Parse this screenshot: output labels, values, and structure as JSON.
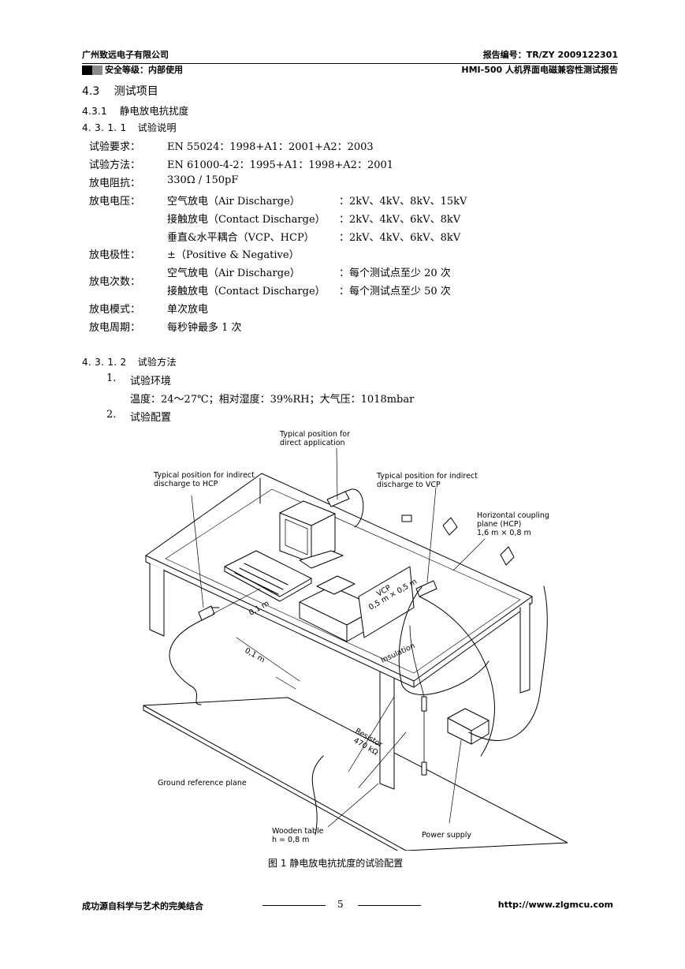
{
  "header": {
    "company": "广州致远电子有限公司",
    "report_no": "报告编号：TR/ZY 2009122301",
    "security": "安全等级：内部使用",
    "report_title": "HMI-500 人机界面电磁兼容性测试报告"
  },
  "section": {
    "number": "4.3",
    "title": "测试项目"
  },
  "subsection": {
    "number": "4.3.1",
    "title": "静电放电抗扰度"
  },
  "subsub1": {
    "number": "4. 3. 1. 1",
    "title": "试验说明"
  },
  "specs": {
    "req_label": "试验要求：",
    "req_value": "EN 55024：1998+A1：2001+A2：2003",
    "method_label": "试验方法：",
    "method_value": "EN 61000-4-2：1995+A1：1998+A2：2001",
    "imp_label": "放电阻抗：",
    "imp_value": "330Ω  / 150pF",
    "volt_label": "放电电压：",
    "volt_rows": [
      {
        "name": "空气放电（Air Discharge）",
        "value": "：2kV、4kV、8kV、15kV"
      },
      {
        "name": "接触放电（Contact Discharge）",
        "value": "：2kV、4kV、6kV、8kV"
      },
      {
        "name": "垂直&水平耦合（VCP、HCP）",
        "value": "：2kV、4kV、6kV、8kV"
      }
    ],
    "pol_label": "放电极性：",
    "pol_value": "±（Positive & Negative）",
    "count_label": "放电次数：",
    "count_rows": [
      {
        "name": "空气放电（Air Discharge）",
        "value": "：每个测试点至少 20 次"
      },
      {
        "name": "接触放电（Contact Discharge）",
        "value": "：每个测试点至少 50 次"
      }
    ],
    "mode_label": "放电模式：",
    "mode_value": "单次放电",
    "period_label": "放电周期：",
    "period_value": "每秒钟最多 1 次"
  },
  "subsub2": {
    "number": "4. 3. 1. 2",
    "title": "试验方法"
  },
  "method_items": [
    {
      "num": "1.",
      "title": "试验环境",
      "detail": "温度：24～27℃；相对湿度：39%RH；大气压：1018mbar"
    },
    {
      "num": "2.",
      "title": "试验配置",
      "detail": ""
    }
  ],
  "figure": {
    "labels": {
      "direct1": "Typical position for",
      "direct2": "direct application",
      "hcp1": "Typical position for indirect",
      "hcp2": "discharge to HCP",
      "vcp1": "Typical position for indirect",
      "vcp2": "discharge to VCP",
      "hplane1": "Horizontal coupling",
      "hplane2": "plane (HCP)",
      "hplane3": "1,6 m × 0,8 m",
      "vcp_a": "VCP",
      "vcp_b": "0,5 m × 0,5 m",
      "insulation": "Insulation",
      "d1": "0,1 m",
      "d2": "0,1 m",
      "resistor1": "Resistor",
      "resistor2": "470 kΩ",
      "ground": "Ground reference plane",
      "table1": "Wooden table",
      "table2": "h = 0,8 m",
      "power": "Power supply"
    },
    "caption": "图 1 静电放电抗扰度的试验配置"
  },
  "footer": {
    "slogan": "成功源自科学与艺术的完美结合",
    "page": "5",
    "url": "http://www.zlgmcu.com"
  }
}
